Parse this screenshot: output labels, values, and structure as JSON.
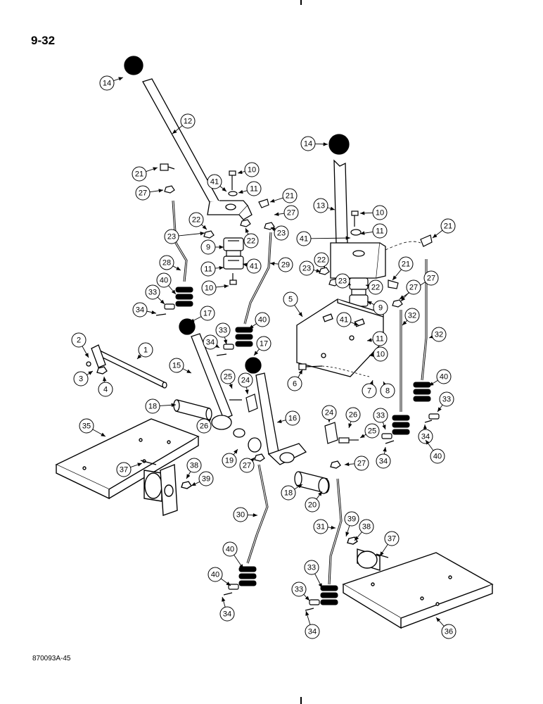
{
  "page_number": "9-32",
  "figure_code": "870093A-45",
  "callouts": [
    {
      "label": "14"
    },
    {
      "label": "12"
    },
    {
      "label": "14"
    },
    {
      "label": "21"
    },
    {
      "label": "27"
    },
    {
      "label": "10"
    },
    {
      "label": "41"
    },
    {
      "label": "11"
    },
    {
      "label": "21"
    },
    {
      "label": "27"
    },
    {
      "label": "13"
    },
    {
      "label": "10"
    },
    {
      "label": "22"
    },
    {
      "label": "23"
    },
    {
      "label": "22"
    },
    {
      "label": "23"
    },
    {
      "label": "41"
    },
    {
      "label": "11"
    },
    {
      "label": "21"
    },
    {
      "label": "9"
    },
    {
      "label": "11"
    },
    {
      "label": "41"
    },
    {
      "label": "29"
    },
    {
      "label": "28"
    },
    {
      "label": "23"
    },
    {
      "label": "22"
    },
    {
      "label": "27"
    },
    {
      "label": "40"
    },
    {
      "label": "10"
    },
    {
      "label": "23"
    },
    {
      "label": "21"
    },
    {
      "label": "22"
    },
    {
      "label": "27"
    },
    {
      "label": "33"
    },
    {
      "label": "5"
    },
    {
      "label": "9"
    },
    {
      "label": "34"
    },
    {
      "label": "17"
    },
    {
      "label": "40"
    },
    {
      "label": "41"
    },
    {
      "label": "11"
    },
    {
      "label": "32"
    },
    {
      "label": "32"
    },
    {
      "label": "33"
    },
    {
      "label": "34"
    },
    {
      "label": "10"
    },
    {
      "label": "2"
    },
    {
      "label": "1"
    },
    {
      "label": "17"
    },
    {
      "label": "3"
    },
    {
      "label": "4"
    },
    {
      "label": "15"
    },
    {
      "label": "6"
    },
    {
      "label": "25"
    },
    {
      "label": "24"
    },
    {
      "label": "7"
    },
    {
      "label": "8"
    },
    {
      "label": "40"
    },
    {
      "label": "18"
    },
    {
      "label": "16"
    },
    {
      "label": "24"
    },
    {
      "label": "26"
    },
    {
      "label": "33"
    },
    {
      "label": "33"
    },
    {
      "label": "35"
    },
    {
      "label": "26"
    },
    {
      "label": "25"
    },
    {
      "label": "34"
    },
    {
      "label": "19"
    },
    {
      "label": "27"
    },
    {
      "label": "34"
    },
    {
      "label": "40"
    },
    {
      "label": "37"
    },
    {
      "label": "38"
    },
    {
      "label": "27"
    },
    {
      "label": "39"
    },
    {
      "label": "18"
    },
    {
      "label": "20"
    },
    {
      "label": "30"
    },
    {
      "label": "31"
    },
    {
      "label": "39"
    },
    {
      "label": "38"
    },
    {
      "label": "37"
    },
    {
      "label": "40"
    },
    {
      "label": "33"
    },
    {
      "label": "40"
    },
    {
      "label": "34"
    },
    {
      "label": "33"
    },
    {
      "label": "34"
    },
    {
      "label": "36"
    }
  ]
}
